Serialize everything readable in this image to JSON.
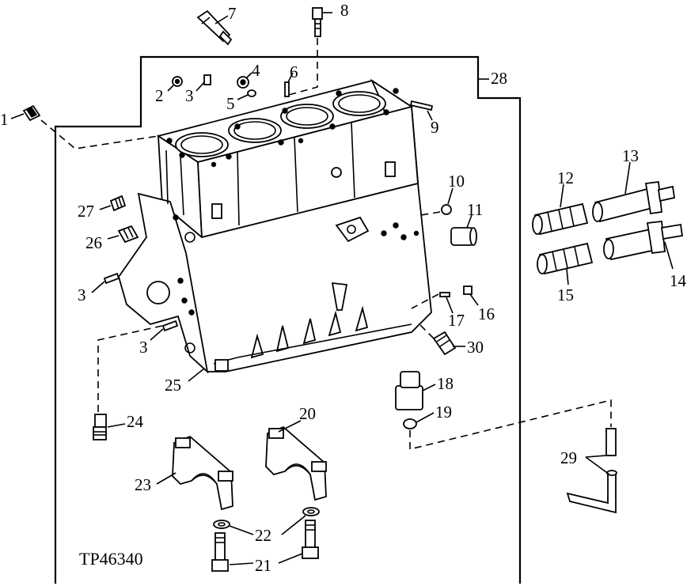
{
  "figure_id": "TP46340",
  "callouts": {
    "c1": "1",
    "c2": "2",
    "c3a": "3",
    "c3b": "3",
    "c3c": "3",
    "c4": "4",
    "c5": "5",
    "c6": "6",
    "c7": "7",
    "c8": "8",
    "c9": "9",
    "c10": "10",
    "c11": "11",
    "c12": "12",
    "c13": "13",
    "c14": "14",
    "c15": "15",
    "c16": "16",
    "c17": "17",
    "c18": "18",
    "c19": "19",
    "c20": "20",
    "c21": "21",
    "c22": "22",
    "c23": "23",
    "c24": "24",
    "c25": "25",
    "c26": "26",
    "c27": "27",
    "c28": "28",
    "c29": "29",
    "c30": "30"
  }
}
